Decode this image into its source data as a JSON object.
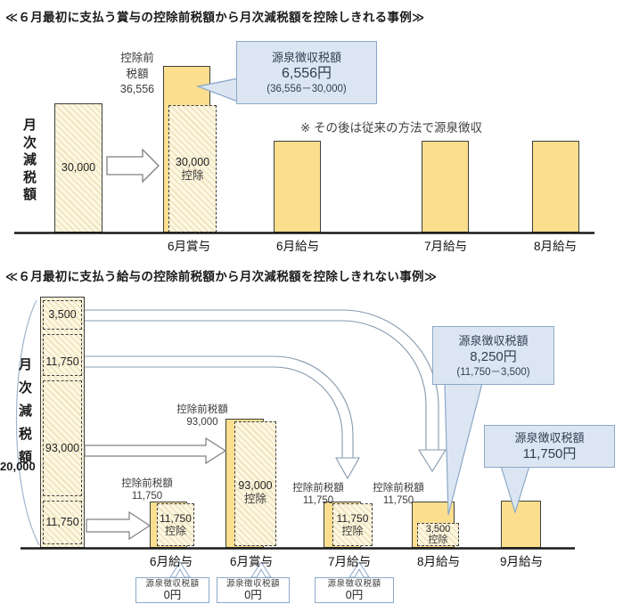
{
  "case1": {
    "title": "≪６月最初に支払う賞与の控除前税額から月次減税額を控除しきれる事例≫",
    "y_axis_label": "月次減税額",
    "monthly_reduction_bar": {
      "value": "30,000"
    },
    "pre_tax_label": {
      "line1": "控除前",
      "line2": "税額",
      "line3": "36,556"
    },
    "deduction_overlay": {
      "value": "30,000",
      "label": "控除"
    },
    "callout": {
      "title": "源泉徴収税額",
      "amount": "6,556円",
      "formula": "(36,556－30,000)"
    },
    "note": "※ その後は従来の方法で源泉徴収",
    "x_labels": [
      "6月賞与",
      "6月給与",
      "7月給与",
      "8月給与"
    ]
  },
  "case2": {
    "title": "≪６月最初に支払う給与の控除前税額から月次減税額を控除しきれない事例≫",
    "y_axis_label": "月次減税額",
    "y_axis_value": "20,000",
    "stack_segments": [
      "3,500",
      "11,750",
      "93,000",
      "11,750"
    ],
    "pre_tax_labels": [
      {
        "title": "控除前税額",
        "value": "11,750"
      },
      {
        "title": "控除前税額",
        "value": "93,000"
      },
      {
        "title": "控除前税額",
        "value": "11,750"
      },
      {
        "title": "控除前税額",
        "value": "11,750"
      }
    ],
    "deduction_overlays": [
      {
        "value": "11,750",
        "label": "控除"
      },
      {
        "value": "93,000",
        "label": "控除"
      },
      {
        "value": "11,750",
        "label": "控除"
      },
      {
        "value": "3,500",
        "label": "控除"
      }
    ],
    "callout_august": {
      "title": "源泉徴収税額",
      "amount": "8,250円",
      "formula": "(11,750－3,500)"
    },
    "callout_september": {
      "title": "源泉徴収税額",
      "amount": "11,750円"
    },
    "x_labels": [
      "6月給与",
      "6月賞与",
      "7月給与",
      "8月給与",
      "9月給与"
    ],
    "zero_callouts": [
      {
        "title": "源泉徴収税額",
        "amount": "0円"
      },
      {
        "title": "源泉徴収税額",
        "amount": "0円"
      },
      {
        "title": "源泉徴収税額",
        "amount": "0円"
      }
    ]
  },
  "colors": {
    "bar_yellow": "#fbdf8e",
    "callout_blue": "#dce6f2",
    "callout_border": "#8aa8c8"
  }
}
